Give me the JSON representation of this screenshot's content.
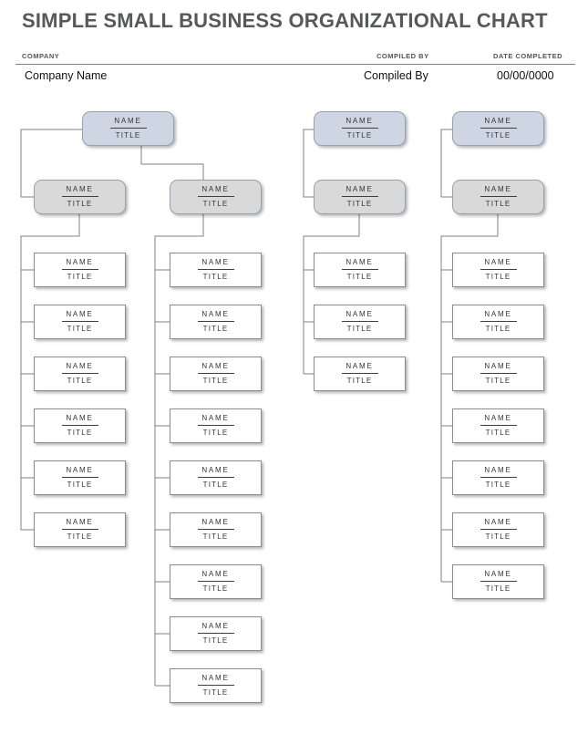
{
  "title": "SIMPLE SMALL BUSINESS ORGANIZATIONAL CHART",
  "header_fields": [
    {
      "label": "COMPANY",
      "value": "Company Name"
    },
    {
      "label": "COMPILED BY",
      "value": "Compiled By"
    },
    {
      "label": "DATE COMPLETED",
      "value": "00/00/0000"
    }
  ],
  "org_chart": {
    "node_name_label": "NAME",
    "node_title_label": "TITLE",
    "connector_color": "#808080",
    "level_colors": {
      "executive_fill": "#cdd6e2",
      "manager_fill": "#d9d9d9",
      "staff_fill": "#ffffff"
    },
    "columns": [
      {
        "executive": true,
        "manager": true,
        "staff_count": 6
      },
      {
        "executive": false,
        "manager": true,
        "staff_count": 9
      },
      {
        "executive": true,
        "manager": true,
        "staff_count": 3
      },
      {
        "executive": true,
        "manager": true,
        "staff_count": 7
      }
    ]
  },
  "colors": {
    "title_text": "#57585a",
    "field_label_text": "#555555",
    "field_value_text": "#101010",
    "header_rule": "#828282",
    "node_text": "#333333",
    "node_border": "#8c8c8c"
  }
}
